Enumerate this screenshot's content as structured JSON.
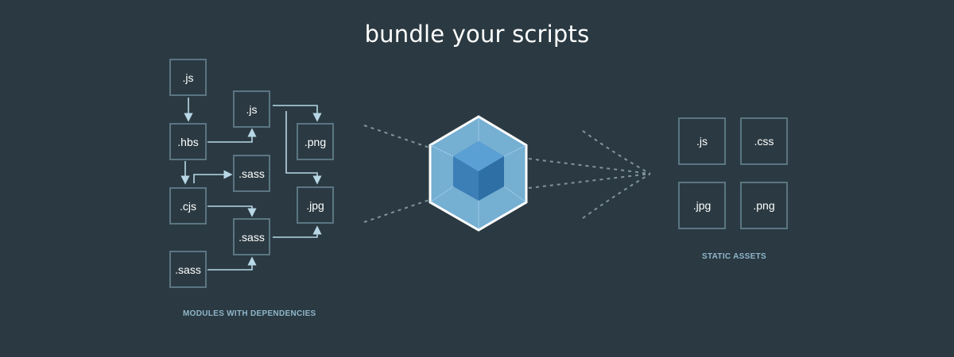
{
  "title": "bundle your scripts",
  "modules": {
    "caption": "MODULES WITH DEPENDENCIES",
    "items": [
      ".js",
      ".hbs",
      ".cjs",
      ".sass",
      ".js",
      ".sass",
      ".sass",
      ".png",
      ".jpg"
    ]
  },
  "assets": {
    "caption": "STATIC ASSETS",
    "items": [
      ".js",
      ".css",
      ".jpg",
      ".png"
    ]
  },
  "colors": {
    "background": "#2b3a42",
    "box_border": "#5b7582",
    "arrow": "#b8d7e6",
    "cube_outer": "#8ed6fb",
    "cube_inner": "#1c78c0"
  }
}
